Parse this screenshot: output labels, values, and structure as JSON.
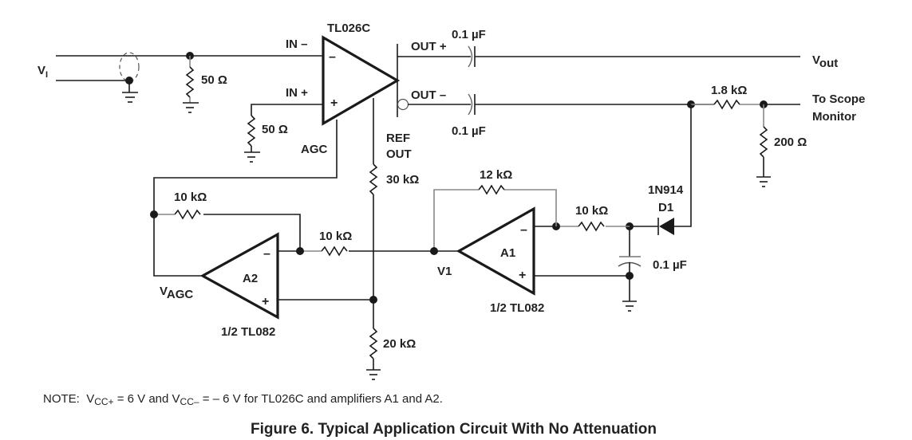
{
  "figure": {
    "caption": "Figure 6. Typical Application Circuit With No Attenuation",
    "note": {
      "prefix": "NOTE:",
      "vcc_plus": "V",
      "vcc_plus_sub": "CC+",
      "vcc_plus_value": " = 6 V and ",
      "vcc_minus": "V",
      "vcc_minus_sub": "CC–",
      "vcc_minus_value": " = – 6 V for TL026C and amplifiers A1 and A2."
    }
  },
  "labels": {
    "vi": "V",
    "vi_sub": "I",
    "in_minus": "IN –",
    "in_plus": "IN +",
    "r_in1": "50 Ω",
    "r_in2": "50 Ω",
    "agc": "AGC",
    "main_amp": "TL026C",
    "out_plus": "OUT +",
    "out_minus": "OUT –",
    "c_out_plus": "0.1 µF",
    "c_out_minus": "0.1 µF",
    "ref_out_1": "REF",
    "ref_out_2": "OUT",
    "r_ref": "30 kΩ",
    "vout": "V",
    "vout_sub": "out",
    "r_scope_series": "1.8 kΩ",
    "scope_1": "To Scope",
    "scope_2": "Monitor",
    "r_scope_shunt": "200 Ω",
    "diode_part": "1N914",
    "diode_ref": "D1",
    "r_a1_feedback": "12 kΩ",
    "r_a1_in": "10 kΩ",
    "c_filter": "0.1 µF",
    "a1": "A1",
    "a1_part": "1/2 TL082",
    "v1": "V1",
    "a2": "A2",
    "a2_part": "1/2 TL082",
    "r_a2_feedback": "10 kΩ",
    "r_a2_in": "10 kΩ",
    "vagc": "V",
    "vagc_sub": "AGC",
    "r_bias": "20 kΩ",
    "minus": "–",
    "plus": "+"
  }
}
